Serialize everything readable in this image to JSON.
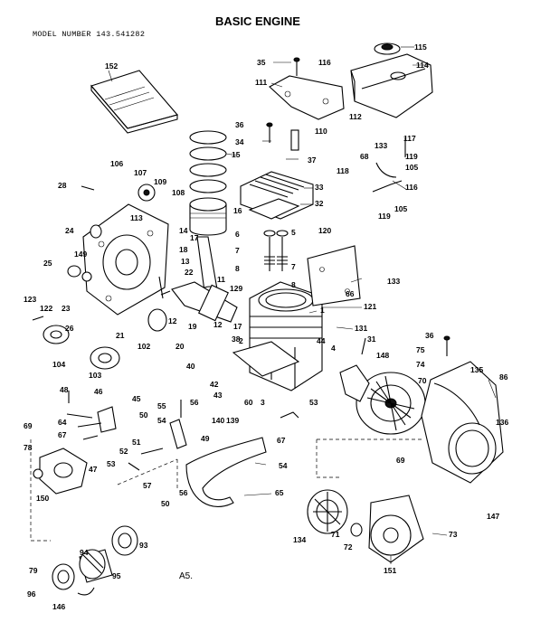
{
  "header": {
    "title": "BASIC ENGINE",
    "model_number": "MODEL NUMBER 143.541282"
  },
  "footer": {
    "page_ref": "A5."
  },
  "callouts": [
    "115",
    "114",
    "35",
    "116",
    "111",
    "152",
    "112",
    "133",
    "117",
    "68",
    "119",
    "105",
    "36",
    "34",
    "110",
    "37",
    "118",
    "15",
    "106",
    "107",
    "109",
    "108",
    "28",
    "113",
    "33",
    "32",
    "116",
    "119",
    "105",
    "24",
    "149",
    "16",
    "14",
    "17",
    "6",
    "5",
    "120",
    "7",
    "7",
    "18",
    "13",
    "8",
    "8",
    "25",
    "22",
    "11",
    "129",
    "66",
    "133",
    "123",
    "122",
    "23",
    "26",
    "12",
    "12",
    "121",
    "1",
    "21",
    "19",
    "17",
    "131",
    "104",
    "102",
    "20",
    "38",
    "2",
    "44",
    "4",
    "31",
    "36",
    "75",
    "74",
    "70",
    "135",
    "86",
    "103",
    "40",
    "148",
    "42",
    "43",
    "3",
    "139",
    "60",
    "53",
    "46",
    "55",
    "56",
    "54",
    "140",
    "136",
    "45",
    "48",
    "50",
    "64",
    "49",
    "51",
    "67",
    "69",
    "78",
    "67",
    "47",
    "52",
    "53",
    "150",
    "57",
    "56",
    "50",
    "54",
    "65",
    "69",
    "147",
    "94",
    "93",
    "134",
    "71",
    "72",
    "73",
    "79",
    "96",
    "95",
    "151",
    "146"
  ]
}
